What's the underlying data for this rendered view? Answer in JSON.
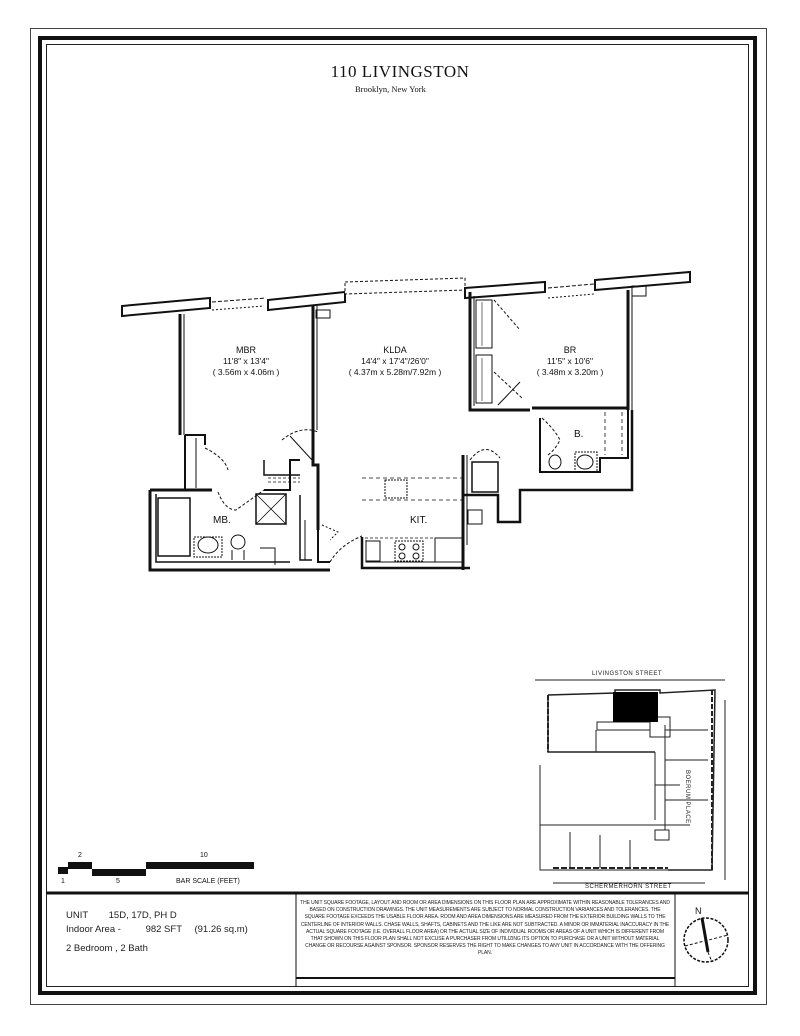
{
  "header": {
    "title": "110 LIVINGSTON",
    "subtitle": "Brooklyn, New York"
  },
  "rooms": [
    {
      "id": "mbr",
      "name": "MBR",
      "dim_imperial": "11'8\" x 13'4\"",
      "dim_metric": "( 3.56m x 4.06m )"
    },
    {
      "id": "klda",
      "name": "KLDA",
      "dim_imperial": "14'4\" x 17'4\"/26'0\"",
      "dim_metric": "( 4.37m x 5.28m/7.92m )"
    },
    {
      "id": "br",
      "name": "BR",
      "dim_imperial": "11'5\" x 10'6\"",
      "dim_metric": "( 3.48m x 3.20m )"
    }
  ],
  "fixtures": {
    "master_bath": "MB.",
    "bath": "B.",
    "kitchen": "KIT."
  },
  "scale_bar": {
    "ticks": [
      "1",
      "2",
      "5",
      "10"
    ],
    "label": "BAR SCALE (FEET)"
  },
  "unit_info": {
    "unit_label": "UNIT",
    "unit_value": "15D, 17D, PH D",
    "area_label": "Indoor Area  -",
    "area_value": "982 SFT",
    "area_metric": "(91.26 sq.m)",
    "rooms_summary": "2 Bedroom , 2 Bath"
  },
  "disclaimer": "The unit square footage, layout and room or area dimensions on this floor plan are approximate within reasonable tolerances and based on construction drawings. The unit measurements are subject to normal construction variances and tolerances. The square footage exceeds the usable floor area. Room and area dimensions are measured from the exterior building walls to the centerline of interior walls. Chase walls, shafts, cabinets and the like are not subtracted. A minor or immaterial inaccuracy in the actual square footage (i.e. overall floor area) or the actual size of individual rooms or areas of a unit which is different from that shown on this floor plan shall not excuse a purchaser from utilizing its option to purchase or a unit without material change or recourse against sponsor. Sponsor reserves the right to make changes to any unit in accordance with the offering plan.",
  "site_plan": {
    "street_north": "LIVINGSTON  STREET",
    "street_east": "BOERUM  PLACE",
    "street_south": "SCHERMERHORN  STREET"
  },
  "compass": {
    "label": "N"
  }
}
